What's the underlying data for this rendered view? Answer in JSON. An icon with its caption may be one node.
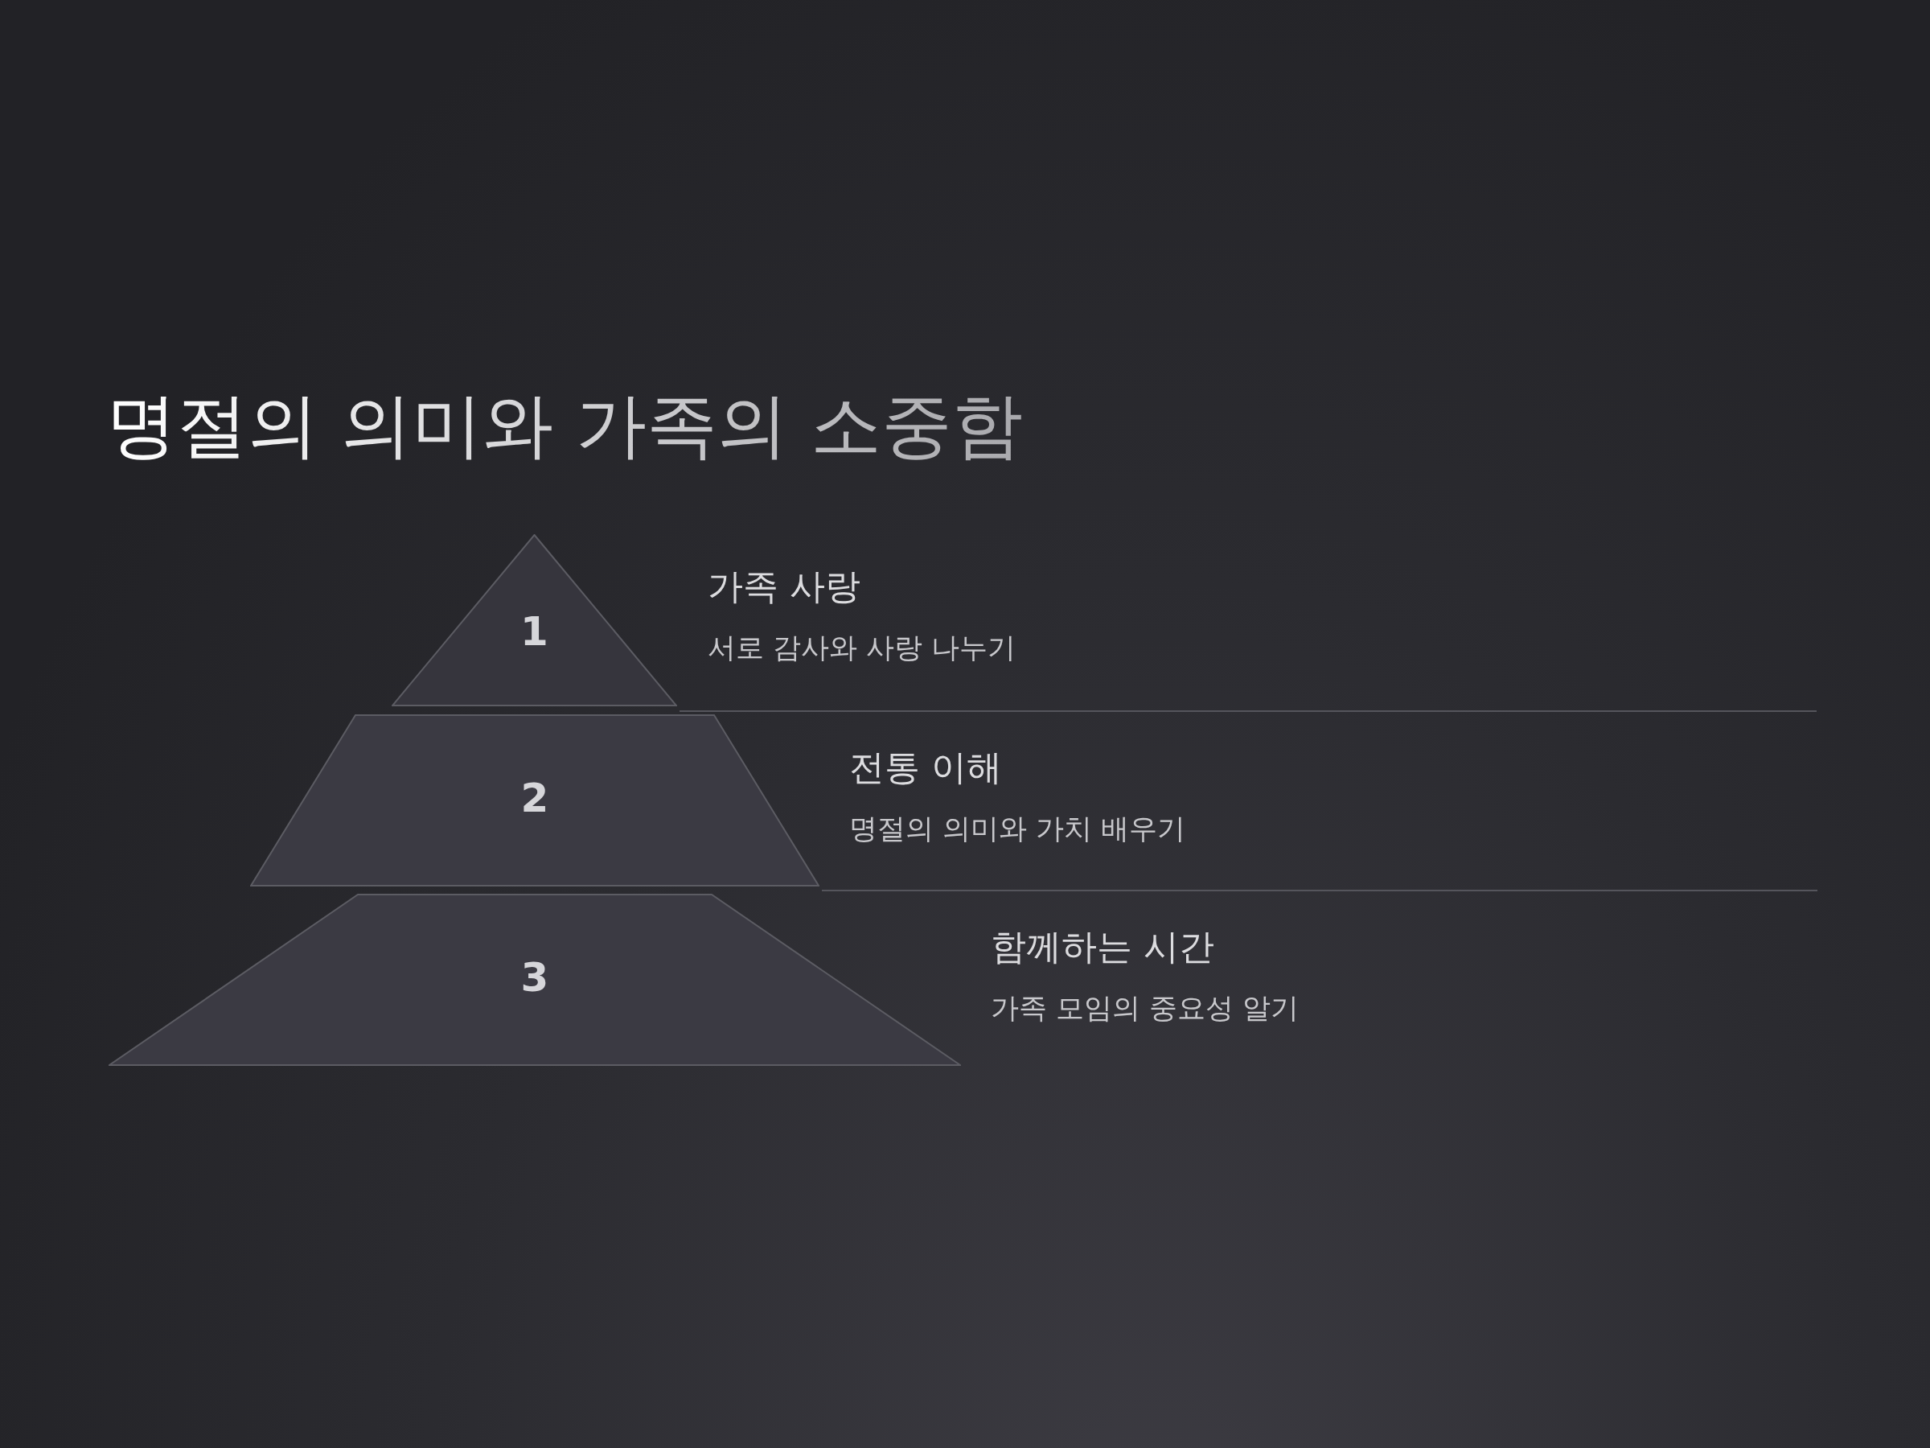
{
  "diagram": {
    "title": "명절의 의미와 가족의 소중함",
    "nodes": [
      {
        "text": [
          "1"
        ],
        "beside": [
          "가족 사랑",
          "서로 감사와 사랑 나누기"
        ]
      },
      {
        "text": [
          "2"
        ],
        "beside": [
          "전통 이해",
          "명절의 의미와 가치 배우기"
        ]
      },
      {
        "text": [
          "3"
        ],
        "beside": [
          "함께하는 시간",
          "가족 모임의 중요성 알기"
        ]
      }
    ]
  }
}
